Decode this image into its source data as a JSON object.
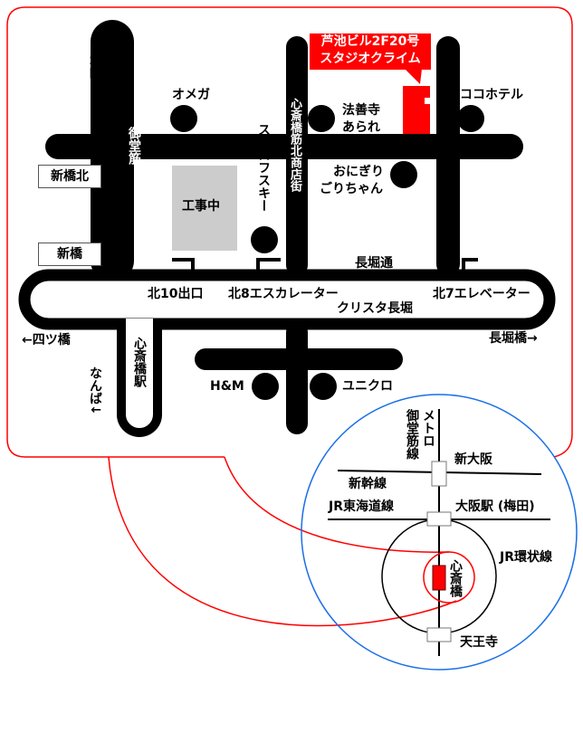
{
  "colors": {
    "accent": "#ff0000",
    "ring_outline": "#1a6fe8",
    "road": "#000000",
    "construction": "#cccccc"
  },
  "destination": {
    "line1": "芦池ビル2F20号",
    "line2": "スタジオクライム"
  },
  "streets": {
    "midosuji": "御堂筋",
    "shinsaibashisuji": "心斎橋筋北商店街",
    "nagahoridori": "長堀通",
    "crysta": "クリスタ長堀",
    "shinsaibashi_station": "心斎橋駅"
  },
  "directions": {
    "honmachi": "↑本町",
    "yotsubashi": "←四ツ橋",
    "namba": "なんば↓",
    "nagahoribashi": "長堀橋→"
  },
  "bridges": {
    "shinbashi_kita": "新橋北",
    "shinbashi": "新橋"
  },
  "landmarks": {
    "omega": "オメガ",
    "hozenji_1": "法善寺",
    "hozenji_2": "あられ",
    "coco_hotel": "ココホテル",
    "onigiri_1": "おにぎり",
    "onigiri_2": "ごりちゃん",
    "swarovski": "スワロフスキー",
    "construction": "工事中",
    "hm": "H&M",
    "uniqlo": "ユニクロ"
  },
  "exits": {
    "kita10": "北10出口",
    "kita8": "北8エスカレーター",
    "kita7": "北7エレベーター"
  },
  "inset": {
    "metro": "メトロ",
    "metro_line": "御堂筋線",
    "shin_osaka": "新大阪",
    "shinkansen": "新幹線",
    "tokaido": "JR東海道線",
    "osaka": "大阪駅 (梅田)",
    "loop": "JR環状線",
    "shinsaibashi": "心斎橋",
    "tennoji": "天王寺"
  }
}
